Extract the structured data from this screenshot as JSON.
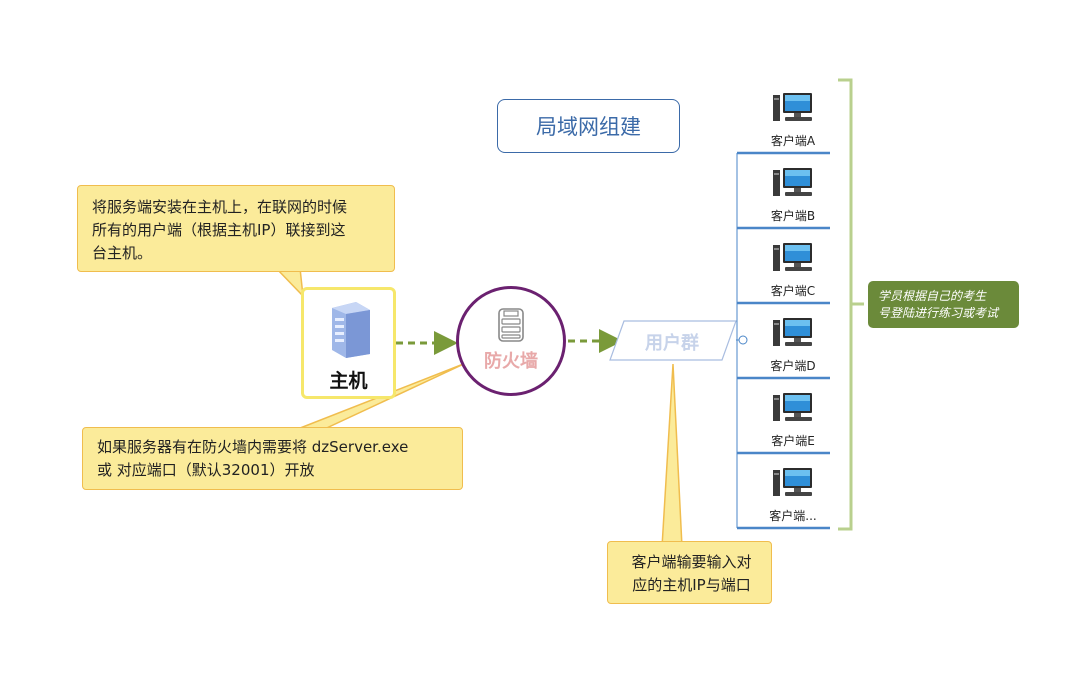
{
  "title": "局域网组建",
  "host": {
    "label": "主机",
    "icon": "server-icon"
  },
  "firewall": {
    "label": "防火墙",
    "icon": "firewall-icon"
  },
  "user_group": {
    "label": "用户群"
  },
  "clients": [
    {
      "label": "客户端A",
      "icon": "computer-icon"
    },
    {
      "label": "客户端B",
      "icon": "computer-icon"
    },
    {
      "label": "客户端C",
      "icon": "computer-icon"
    },
    {
      "label": "客户端D",
      "icon": "computer-icon"
    },
    {
      "label": "客户端E",
      "icon": "computer-icon"
    },
    {
      "label": "客户端...",
      "icon": "computer-icon"
    }
  ],
  "callouts": {
    "host_note": [
      "将服务端安装在主机上，在联网的时候",
      "所有的用户端（根据主机IP）联接到这",
      "台主机。"
    ],
    "firewall_note": [
      "如果服务器有在防火墙内需要将 dzServer.exe",
      "或 对应端口（默认32001）开放"
    ],
    "client_note": [
      "客户端输要输入对",
      "应的主机IP与端口"
    ]
  },
  "group_note": [
    "学员根据自己的考生",
    "号登陆进行练习或考试"
  ],
  "colors": {
    "title_border": "#3b6aa8",
    "callout_fill": "#fbeb9a",
    "callout_border": "#f0bd4e",
    "host_border": "#f6e76b",
    "firewall_border": "#6b2170",
    "arrow": "#7a9a3a",
    "tree_line": "#4a86c8",
    "bracket": "#b9d08e",
    "note_fill": "#6b8a3a"
  }
}
